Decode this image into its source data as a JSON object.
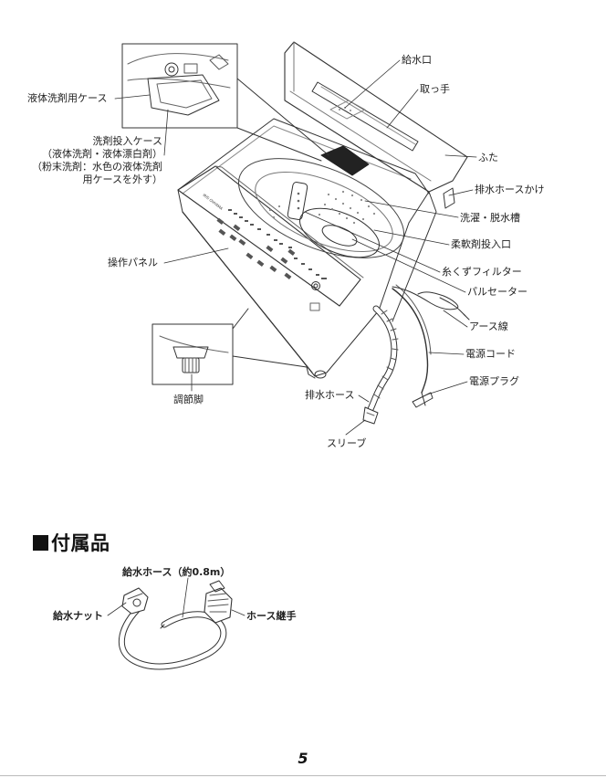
{
  "diagram": {
    "labels": {
      "supply_port": "給水口",
      "handle": "取っ手",
      "lid": "ふた",
      "drain_hose_hook": "排水ホースかけ",
      "wash_tub": "洗濯・脱水槽",
      "softener_inlet": "柔軟剤投入口",
      "lint_filter": "糸くずフィルター",
      "pulsator": "パルセーター",
      "ground_wire": "アース線",
      "power_cord": "電源コード",
      "power_plug": "電源プラグ",
      "drain_hose": "排水ホース",
      "sleeve": "スリーブ",
      "adjust_foot": "調節脚",
      "control_panel": "操作パネル",
      "liquid_case": "液体洗剤用ケース",
      "detergent_case_lines": [
        "洗剤投入ケース",
        "（液体洗剤・液体漂白剤）",
        "（粉末洗剤：水色の液体洗剤",
        "用ケースを外す）"
      ]
    }
  },
  "accessories": {
    "heading": "付属品",
    "hose_title": "給水ホース（約0.8m）",
    "supply_nut": "給水ナット",
    "hose_joint": "ホース継手"
  },
  "page_number": "5"
}
